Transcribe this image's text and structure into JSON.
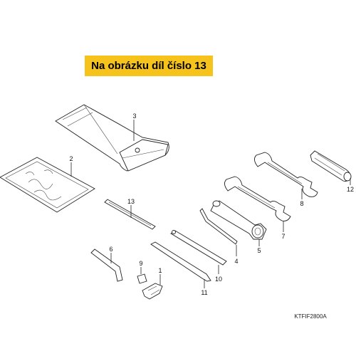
{
  "banner": {
    "text": "Na obrázku díl číslo 13",
    "color": "#f5c31c"
  },
  "drawing_code": "KTFIF2800A",
  "callouts": {
    "c1": "1",
    "c2": "2",
    "c3": "3",
    "c4": "4",
    "c5": "5",
    "c6": "6",
    "c7": "7",
    "c8": "8",
    "c9": "9",
    "c10": "10",
    "c11": "11",
    "c12": "12",
    "c13": "13"
  },
  "highlighted_part": "13"
}
